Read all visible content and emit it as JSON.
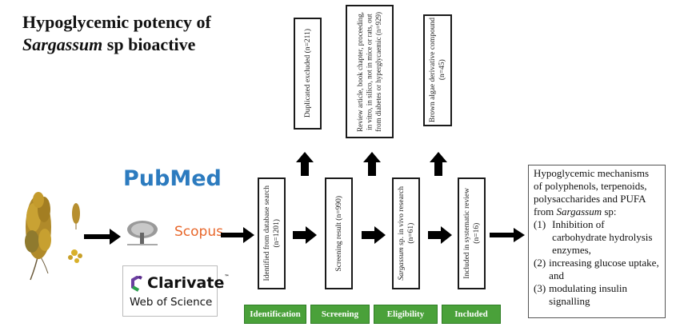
{
  "title": {
    "line1": "Hypoglycemic potency of",
    "line2_italic": "Sargassum",
    "line2_rest": " sp bioactive"
  },
  "sources": {
    "pubmed": "PubMed",
    "scopus": "Scopus",
    "clarivate": "Clarivate",
    "trademark": "™",
    "web_of_science": "Web of Science"
  },
  "flow": {
    "main_boxes": [
      {
        "text": "Identified from database search\n(n=1201)"
      },
      {
        "text": "Screening result (n=990)"
      },
      {
        "text_italic": "Sargassum",
        "text": " sp. in vivo research\n(n=61)"
      },
      {
        "text": "Included in systematic review\n(n=16)"
      }
    ],
    "excluded_boxes": [
      {
        "text": "Duplicated excluded (n=211)"
      },
      {
        "text": "Review article, book chapter, proceeding,\nin vitro, in silico, not in mice or rats, out\nfrom diabetes or hyperglycaemic (n=929)"
      },
      {
        "text": "Brown algae derivative compound\n(n=45)"
      }
    ],
    "stages": [
      "Identification",
      "Screening",
      "Eligibility",
      "Included"
    ]
  },
  "result": {
    "intro_a": "Hypoglycemic mechanisms of polyphenols, terpenoids, polysaccharides and PUFA from ",
    "intro_italic": "Sargassum",
    "intro_b": " sp:",
    "items": [
      {
        "num": "(1)",
        "text": "Inhibition of carbohydrate hydrolysis enzymes,"
      },
      {
        "num": "(2)",
        "text": "increasing glucose uptake, and"
      },
      {
        "num": "(3)",
        "text": "modulating insulin signalling"
      }
    ]
  },
  "colors": {
    "stage_green": "#4aa13a",
    "pubmed_blue": "#2c7bbf",
    "scopus_orange": "#e8672b",
    "arrow": "#000000"
  }
}
